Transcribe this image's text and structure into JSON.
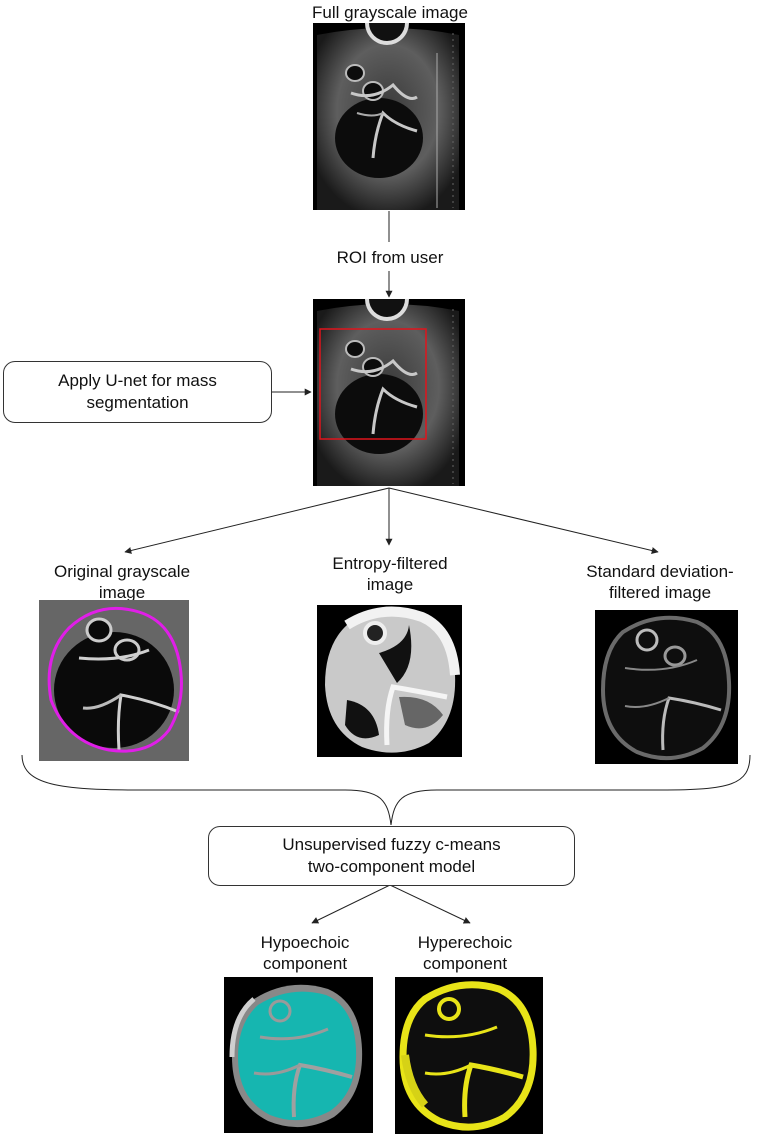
{
  "labels": {
    "full_image": "Full grayscale image",
    "roi": "ROI from user",
    "unet_line1": "Apply U-net for mass",
    "unet_line2": "segmentation",
    "original_line1": "Original grayscale",
    "original_line2": "image",
    "entropy_line1": "Entropy-filtered",
    "entropy_line2": "image",
    "stddev_line1": "Standard deviation-",
    "stddev_line2": "filtered image",
    "fcm_line1": "Unsupervised fuzzy c-means",
    "fcm_line2": "two-component model",
    "hypo_line1": "Hypoechoic",
    "hypo_line2": "component",
    "hyper_line1": "Hyperechoic",
    "hyper_line2": "component"
  },
  "colors": {
    "roi_box": "#e0141c",
    "segmentation_outline": "#e01ee8",
    "hypoechoic_overlay": "#16b6b0",
    "hyperechoic_overlay": "#e8e418",
    "line": "#222222"
  }
}
